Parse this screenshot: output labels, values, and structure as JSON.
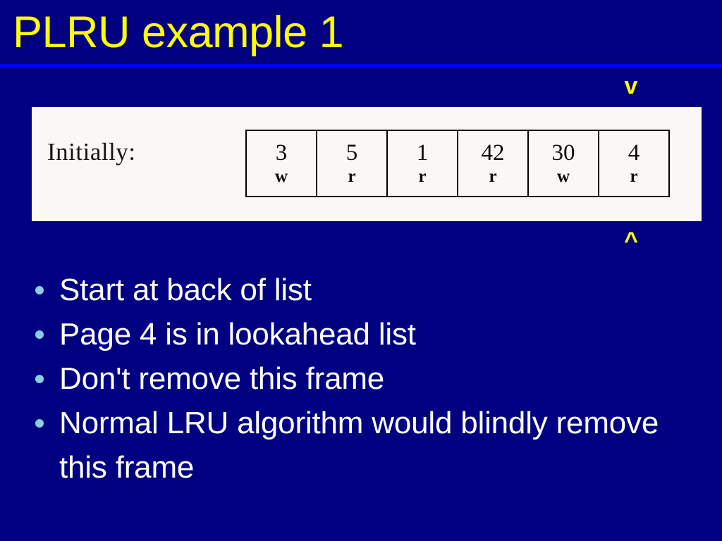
{
  "slide": {
    "title": "PLRU example 1",
    "background_color": "#000080",
    "title_color": "#ffff00",
    "rule_color": "#0000ff",
    "text_color": "#ffffff",
    "bullet_color": "#8ecbe4",
    "panel_color": "#faf7f5"
  },
  "markers": {
    "down": "v",
    "up": "^"
  },
  "figure": {
    "label": "Initially:",
    "frames": [
      {
        "page": "3",
        "mode": "w"
      },
      {
        "page": "5",
        "mode": "r"
      },
      {
        "page": "1",
        "mode": "r"
      },
      {
        "page": "42",
        "mode": "r"
      },
      {
        "page": "30",
        "mode": "w"
      },
      {
        "page": "4",
        "mode": "r"
      }
    ]
  },
  "bullets": [
    {
      "text": "Start at back of list"
    },
    {
      "text": "Page 4 is in lookahead list"
    },
    {
      "text": "Don't remove this frame"
    },
    {
      "text": "Normal LRU algorithm would blindly remove this frame"
    }
  ]
}
